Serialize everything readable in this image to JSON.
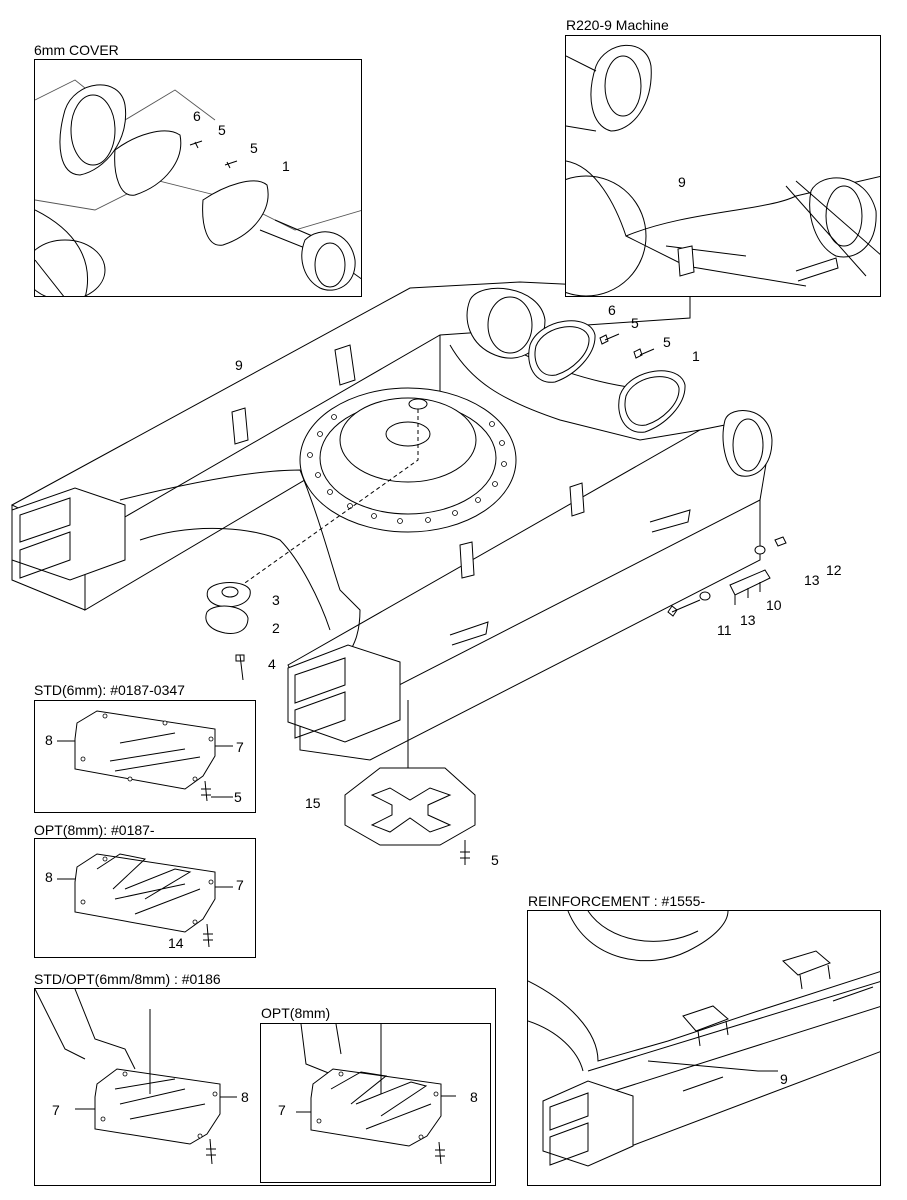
{
  "insets": {
    "six_mm_cover": {
      "title": "6mm COVER"
    },
    "r220": {
      "title": "R220-9 Machine"
    },
    "std6": {
      "title": "STD(6mm): #0187-0347"
    },
    "opt8": {
      "title": "OPT(8mm): #0187-"
    },
    "stdopt": {
      "title": "STD/OPT(6mm/8mm) : #0186"
    },
    "opt8_sub": {
      "title": "OPT(8mm)"
    },
    "reinforcement": {
      "title": "REINFORCEMENT : #1555-"
    }
  },
  "callouts": {
    "c1": "1",
    "c2": "2",
    "c3": "3",
    "c4": "4",
    "c5": "5",
    "c6": "6",
    "c7": "7",
    "c8": "8",
    "c9": "9",
    "c10": "10",
    "c11": "11",
    "c12": "12",
    "c13": "13",
    "c14": "14",
    "c15": "15"
  }
}
